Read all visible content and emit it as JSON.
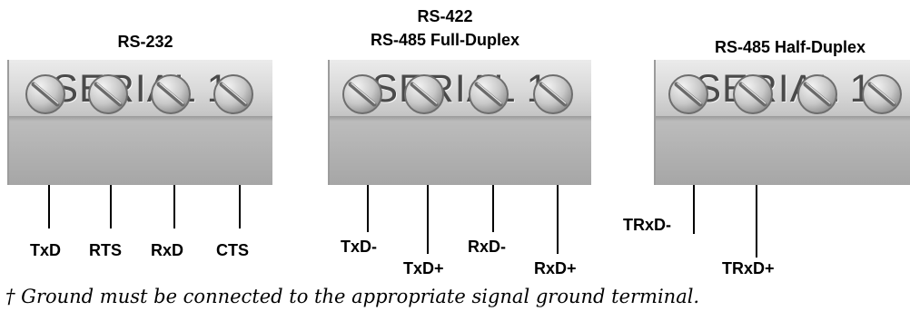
{
  "connectors": [
    {
      "title_lines": [
        "RS-232"
      ],
      "block_label": "SERIAL 1",
      "pins": [
        "TxD",
        "RTS",
        "RxD",
        "CTS"
      ]
    },
    {
      "title_lines": [
        "RS-422",
        "RS-485 Full-Duplex"
      ],
      "block_label": "SERIAL 1",
      "pins": [
        "TxD-",
        "TxD+",
        "RxD-",
        "RxD+"
      ]
    },
    {
      "title_lines": [
        "RS-485 Half-Duplex"
      ],
      "block_label": "SERIAL 1",
      "pins": [
        "TRxD-",
        "TRxD+"
      ]
    }
  ],
  "footnote": "† Ground must be connected to the appropriate signal ground terminal.",
  "colors": {
    "terminal_face": "#d9d9d9",
    "terminal_text": "#4a4a4a",
    "screw_fill": "#c8c8c8",
    "wire": "#000000"
  }
}
